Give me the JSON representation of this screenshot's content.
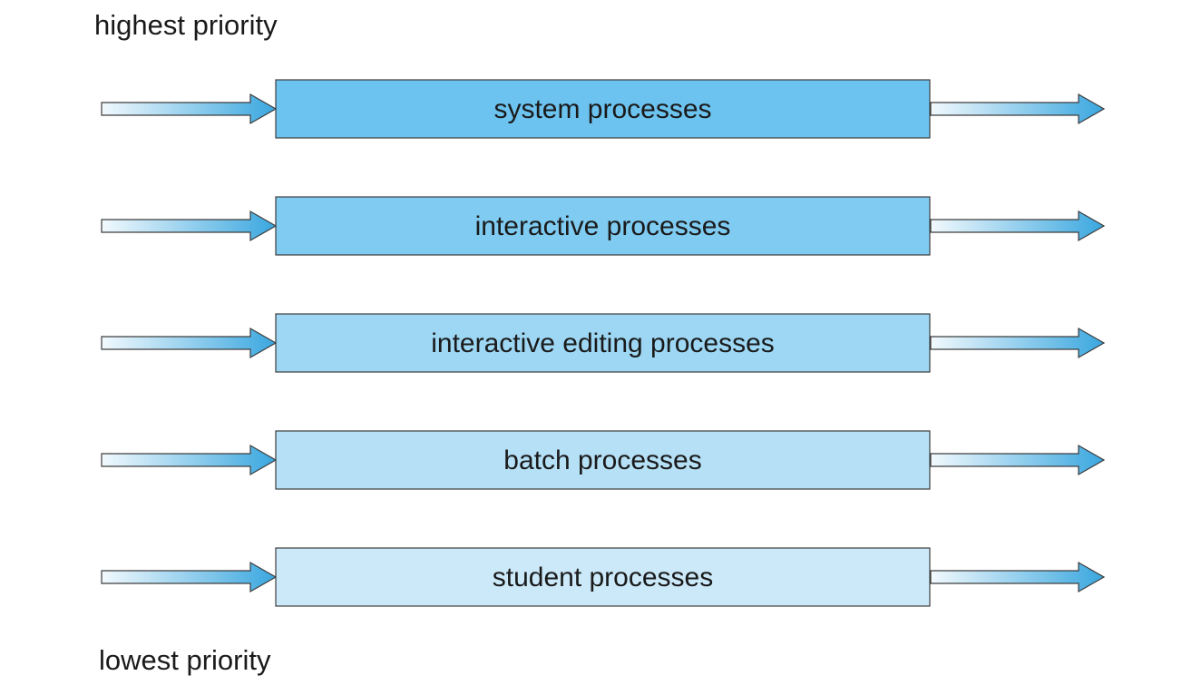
{
  "labels": {
    "top": "highest priority",
    "bottom": "lowest priority"
  },
  "queues": [
    {
      "label": "system processes",
      "color": "#6cc3ef"
    },
    {
      "label": "interactive processes",
      "color": "#7fcbf1"
    },
    {
      "label": "interactive editing processes",
      "color": "#9dd7f4"
    },
    {
      "label": "batch processes",
      "color": "#b5e0f6"
    },
    {
      "label": "student processes",
      "color": "#cbe9f9"
    }
  ],
  "colors": {
    "arrow_light": "#f2f9fd",
    "arrow_dark": "#3aa7df",
    "outline": "#3d3d3d"
  }
}
